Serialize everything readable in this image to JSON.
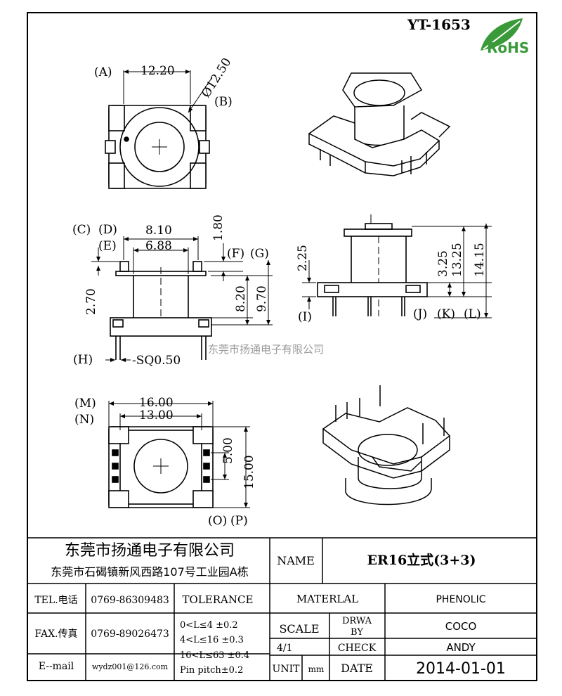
{
  "drawing": {
    "part_no": "YT-1653",
    "rohs": "RoHS",
    "watermark": "东莞市扬通电子有限公司"
  },
  "top_view": {
    "ref_a": "A",
    "ref_b": "B",
    "dim_a": "12.20",
    "dim_b": "Ø12.50"
  },
  "side_view": {
    "ref_c": "C",
    "ref_d": "D",
    "ref_e": "E",
    "ref_f": "F",
    "ref_g": "G",
    "ref_h": "H",
    "dim_d": "8.10",
    "dim_e": "6.88",
    "dim_f": "1.80",
    "dim_left": "2.70",
    "dim_inner": "8.20",
    "dim_total": "9.70",
    "dim_pin": "SQ0.50"
  },
  "front_view": {
    "ref_i": "I",
    "ref_j": "J",
    "ref_k": "K",
    "ref_l": "L",
    "dim_i": "2.25",
    "dim_j": "3.25",
    "dim_k": "13.25",
    "dim_l": "14.15"
  },
  "bottom_view": {
    "ref_m": "M",
    "ref_n": "N",
    "ref_o": "O",
    "ref_p": "P",
    "dim_m": "16.00",
    "dim_n": "13.00",
    "dim_o": "5.00",
    "dim_p": "15.00"
  },
  "title_block": {
    "company": "东莞市扬通电子有限公司",
    "address": "东莞市石碣镇新风西路107号工业园A栋",
    "name_label": "NAME",
    "name_value": "ER16立式(3+3)",
    "tel_label": "TEL.电话",
    "tel_value": "0769-86309483",
    "fax_label": "FAX.传真",
    "fax_value": "0769-89026473",
    "email_label": "E--mail",
    "email_value": "wydz001@126.com",
    "tolerance_label": "TOLERANCE",
    "tol_1": "0<L≤4   ±0.2",
    "tol_2": "4<L≤16  ±0.3",
    "tol_3": "16<L≤63 ±0.4",
    "tol_4": "Pin pitch±0.2",
    "material_label": "MATERLAL",
    "material_value": "PHENOLIC",
    "scale_label": "SCALE",
    "scale_value": "4/1",
    "drawn_label_1": "DRWA",
    "drawn_label_2": "BY",
    "drawn_value": "COCO",
    "check_label": "CHECK",
    "check_value": "ANDY",
    "unit_label": "UNIT",
    "unit_value": "mm",
    "date_label": "DATE",
    "date_value": "2014-01-01"
  }
}
